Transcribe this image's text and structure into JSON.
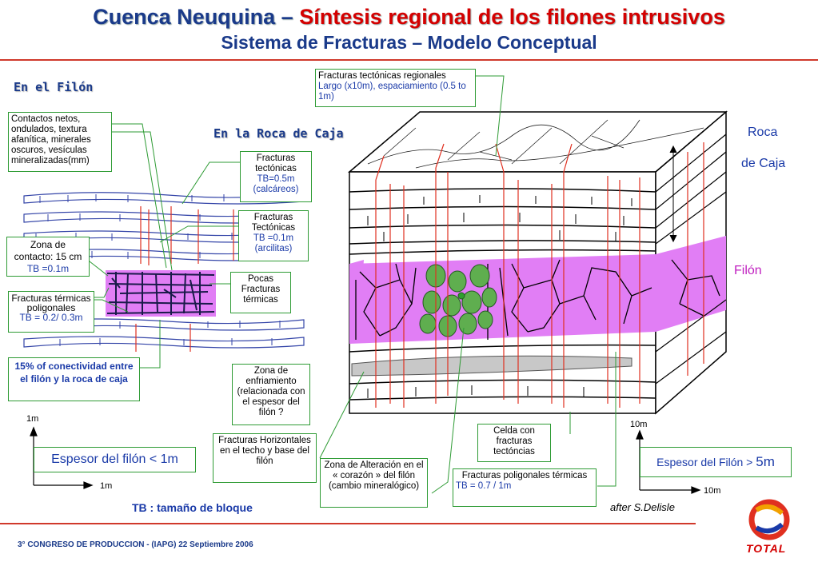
{
  "header": {
    "title_part1": "Cuenca Neuquina – ",
    "title_part2": "Síntesis regional de los filones intrusivos",
    "subtitle": "Sistema de Fracturas – Modelo Conceptual"
  },
  "sections": {
    "filon": "En el Filón",
    "roca": "En la Roca de Caja"
  },
  "labels": {
    "contactos": "Contactos netos, ondulados, textura afanítica, minerales oscuros, vesículas mineralizadas(mm)",
    "zona_contacto_1": "Zona de contacto: 15 cm",
    "zona_contacto_2": "TB =0.1m",
    "fract_term_pol_1": "Fracturas térmicas poligonales",
    "fract_term_pol_2": "TB = 0.2/ 0.3m",
    "conectividad": "15% of conectividad entre el filón y la roca de caja",
    "fract_tect_calc_1": "Fracturas tectónicas",
    "fract_tect_calc_2": "TB=0.5m (calcáreos)",
    "fract_tect_arc_1": "Fracturas Tectónicas",
    "fract_tect_arc_2": "TB =0.1m (arcilitas)",
    "pocas": "Pocas Fracturas térmicas",
    "zona_enfriamiento_1": "Zona de enfriamiento (relacionada con el espesor del filón",
    "zona_enfriamiento_2": " ?",
    "fract_horiz": "Fracturas Horizontales en el techo y base del filón",
    "zona_alteracion": "Zona de Alteración en el « corazón » del filón (cambio mineralógico)",
    "celda": "Celda con fracturas tectóncias",
    "fract_pol_term_1": "Fracturas poligonales térmicas",
    "fract_pol_term_2": "TB = 0.7 / 1m",
    "fract_regionales_1": "Fracturas tectónicas regionales",
    "fract_regionales_2": "Largo (x10m), espaciamiento (0.5 to 1m)",
    "roca_1": "Roca",
    "roca_2": "de Caja",
    "filon_label": "Filón",
    "espesor_left": "Espesor del filón < 1m",
    "espesor_right_1": "Espesor del Filón > ",
    "espesor_right_2": "5m",
    "scale_left_y": "1m",
    "scale_left_x": "1m",
    "scale_right_y": "10m",
    "scale_right_x": "10m",
    "tb_note": "TB : tamaño de bloque",
    "after": "after S.Delisle",
    "footer": "3° CONGRESO DE PRODUCCION - (IAPG) 22 Septiembre 2006",
    "logo_text": "TOTAL"
  },
  "colors": {
    "title_blue": "#1a3a8a",
    "title_red": "#d40000",
    "box_green": "#2e9b34",
    "text_blue": "#1a3aa8",
    "filon_violet": "#e17ef5",
    "cell_green": "#5fae4f",
    "fracture_red": "#e03020",
    "rule_red": "#d0392b"
  }
}
